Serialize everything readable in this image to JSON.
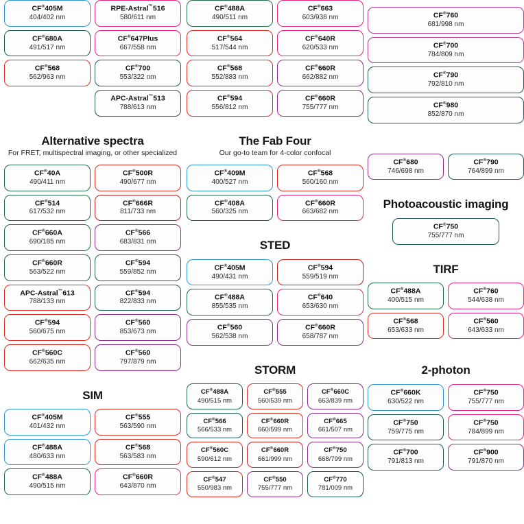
{
  "palette": {
    "blue": "#2b95d6",
    "green": "#1f6b42",
    "red": "#e02b20",
    "pink": "#e6237d",
    "purple": "#8e2c8e",
    "teal": "#1d5a55",
    "magenta": "#b8338f",
    "darkred": "#c01f1f"
  },
  "sections": {
    "top_left": {
      "title": "",
      "subtitle": "",
      "cards": [
        {
          "name": "CF",
          "reg": "®",
          "suffix": "405M",
          "value": "404/402 nm",
          "color": "blue"
        },
        {
          "name": "RPE-Astral",
          "reg": "™",
          "suffix": "516",
          "value": "580/611 nm",
          "color": "pink"
        },
        {
          "name": "CF",
          "reg": "®",
          "suffix": "680A",
          "value": "491/517 nm",
          "color": "teal"
        },
        {
          "name": "CF",
          "reg": "®",
          "suffix": "647Plus",
          "value": "667/558 nm",
          "color": "pink"
        },
        {
          "name": "CF",
          "reg": "®",
          "suffix": "568",
          "value": "562/963 nm",
          "color": "red"
        },
        {
          "name": "CF",
          "reg": "®",
          "suffix": "700",
          "value": "553/322 nm",
          "color": "teal"
        },
        {
          "name": "",
          "reg": "",
          "suffix": "",
          "value": "",
          "color": "none"
        },
        {
          "name": "APC-Astral",
          "reg": "™",
          "suffix": "513",
          "value": "788/613 nm",
          "color": "teal"
        }
      ]
    },
    "top_mid": {
      "cards": [
        {
          "name": "CF",
          "reg": "®",
          "suffix": "488A",
          "value": "490/511 nm",
          "color": "green"
        },
        {
          "name": "CF",
          "reg": "®",
          "suffix": "663",
          "value": "603/938 nm",
          "color": "pink"
        },
        {
          "name": "CF",
          "reg": "®",
          "suffix": "564",
          "value": "517/544 nm",
          "color": "red"
        },
        {
          "name": "CF",
          "reg": "®",
          "suffix": "640R",
          "value": "620/533 nm",
          "color": "pink"
        },
        {
          "name": "CF",
          "reg": "®",
          "suffix": "568",
          "value": "552/883 nm",
          "color": "red"
        },
        {
          "name": "CF",
          "reg": "®",
          "suffix": "660R",
          "value": "662/882 nm",
          "color": "purple"
        },
        {
          "name": "CF",
          "reg": "®",
          "suffix": "594",
          "value": "556/812 nm",
          "color": "red"
        },
        {
          "name": "CF",
          "reg": "®",
          "suffix": "660R",
          "value": "755/777 nm",
          "color": "purple"
        }
      ]
    },
    "top_right": {
      "cards": [
        {
          "name": "CF",
          "reg": "®",
          "suffix": "760",
          "value": "681/998 nm",
          "color": "magenta"
        },
        {
          "name": "CF",
          "reg": "®",
          "suffix": "700",
          "value": "784/809 nm",
          "color": "magenta"
        },
        {
          "name": "CF",
          "reg": "®",
          "suffix": "790",
          "value": "792/810 nm",
          "color": "teal"
        },
        {
          "name": "CF",
          "reg": "®",
          "suffix": "980",
          "value": "852/870 nm",
          "color": "teal"
        }
      ]
    },
    "alternative_spectra": {
      "title": "Alternative spectra",
      "subtitle": "For FRET, multispectral imaging, or other specialized",
      "cards": [
        {
          "name": "CF",
          "reg": "®",
          "suffix": "40A",
          "value": "490/411 nm",
          "color": "green"
        },
        {
          "name": "CF",
          "reg": "®",
          "suffix": "500R",
          "value": "490/677 nm",
          "color": "red"
        },
        {
          "name": "CF",
          "reg": "®",
          "suffix": "514",
          "value": "617/532 nm",
          "color": "green"
        },
        {
          "name": "CF",
          "reg": "®",
          "suffix": "666R",
          "value": "811/733 nm",
          "color": "darkred"
        },
        {
          "name": "CF",
          "reg": "®",
          "suffix": "660A",
          "value": "690/185 nm",
          "color": "green"
        },
        {
          "name": "CF",
          "reg": "®",
          "suffix": "566",
          "value": "683/831 nm",
          "color": "purple"
        },
        {
          "name": "CF",
          "reg": "®",
          "suffix": "660R",
          "value": "563/522 nm",
          "color": "green"
        },
        {
          "name": "CF",
          "reg": "®",
          "suffix": "594",
          "value": "559/852 nm",
          "color": "teal"
        },
        {
          "name": "APC-Astral",
          "reg": "™",
          "suffix": "613",
          "value": "788/133 nm",
          "color": "red"
        },
        {
          "name": "CF",
          "reg": "®",
          "suffix": "594",
          "value": "822/833 nm",
          "color": "teal"
        },
        {
          "name": "CF",
          "reg": "®",
          "suffix": "594",
          "value": "560/675 nm",
          "color": "red"
        },
        {
          "name": "CF",
          "reg": "®",
          "suffix": "560",
          "value": "853/673 nm",
          "color": "purple"
        },
        {
          "name": "CF",
          "reg": "®",
          "suffix": "560C",
          "value": "662/635 nm",
          "color": "red"
        },
        {
          "name": "CF",
          "reg": "®",
          "suffix": "560",
          "value": "797/879 nm",
          "color": "purple"
        }
      ]
    },
    "sim": {
      "title": "SIM",
      "cards": [
        {
          "name": "CF",
          "reg": "®",
          "suffix": "405M",
          "value": "401/432 nm",
          "color": "blue"
        },
        {
          "name": "CF",
          "reg": "®",
          "suffix": "555",
          "value": "563/590 nm",
          "color": "red"
        },
        {
          "name": "CF",
          "reg": "®",
          "suffix": "488A",
          "value": "480/633 nm",
          "color": "blue"
        },
        {
          "name": "CF",
          "reg": "®",
          "suffix": "568",
          "value": "563/583 nm",
          "color": "red"
        },
        {
          "name": "CF",
          "reg": "®",
          "suffix": "488A",
          "value": "490/515 nm",
          "color": "green"
        },
        {
          "name": "CF",
          "reg": "®",
          "suffix": "660R",
          "value": "643/870 nm",
          "color": "pink"
        }
      ]
    },
    "fab_four": {
      "title": "The Fab Four",
      "subtitle": "Our go-to team for 4-color confocal",
      "cards": [
        {
          "name": "CF",
          "reg": "®",
          "suffix": "409M",
          "value": "400/527 nm",
          "color": "blue"
        },
        {
          "name": "CF",
          "reg": "®",
          "suffix": "568",
          "value": "560/160 nm",
          "color": "red"
        },
        {
          "name": "CF",
          "reg": "®",
          "suffix": "408A",
          "value": "560/325 nm",
          "color": "green"
        },
        {
          "name": "CF",
          "reg": "®",
          "suffix": "660R",
          "value": "663/682 nm",
          "color": "pink"
        }
      ]
    },
    "sted": {
      "title": "STED",
      "cards": [
        {
          "name": "CF",
          "reg": "®",
          "suffix": "405M",
          "value": "490/431 nm",
          "color": "blue"
        },
        {
          "name": "CF",
          "reg": "®",
          "suffix": "594",
          "value": "559/519 nm",
          "color": "darkred"
        },
        {
          "name": "CF",
          "reg": "®",
          "suffix": "488A",
          "value": "855/535 nm",
          "color": "green"
        },
        {
          "name": "CF",
          "reg": "®",
          "suffix": "640",
          "value": "653/630 nm",
          "color": "pink"
        },
        {
          "name": "CF",
          "reg": "®",
          "suffix": "560",
          "value": "562/538 nm",
          "color": "purple"
        },
        {
          "name": "CF",
          "reg": "®",
          "suffix": "660R",
          "value": "658/787 nm",
          "color": "purple"
        }
      ]
    },
    "storm": {
      "title": "STORM",
      "cards": [
        {
          "name": "CF",
          "reg": "®",
          "suffix": "488A",
          "value": "490/515 nm",
          "color": "green"
        },
        {
          "name": "CF",
          "reg": "®",
          "suffix": "555",
          "value": "560/539 nm",
          "color": "red"
        },
        {
          "name": "CF",
          "reg": "®",
          "suffix": "660C",
          "value": "663/839 nm",
          "color": "purple"
        },
        {
          "name": "CF",
          "reg": "®",
          "suffix": "566",
          "value": "566/533 nm",
          "color": "teal"
        },
        {
          "name": "CF",
          "reg": "®",
          "suffix": "660R",
          "value": "660/599 nm",
          "color": "red"
        },
        {
          "name": "CF",
          "reg": "®",
          "suffix": "665",
          "value": "661/507 nm",
          "color": "purple"
        },
        {
          "name": "CF",
          "reg": "®",
          "suffix": "560C",
          "value": "590/612 nm",
          "color": "red"
        },
        {
          "name": "CF",
          "reg": "®",
          "suffix": "660R",
          "value": "661/999 nm",
          "color": "darkred"
        },
        {
          "name": "CF",
          "reg": "®",
          "suffix": "750",
          "value": "668/799 nm",
          "color": "purple"
        },
        {
          "name": "CF",
          "reg": "®",
          "suffix": "547",
          "value": "550/983 nm",
          "color": "red"
        },
        {
          "name": "CF",
          "reg": "®",
          "suffix": "550",
          "value": "755/777 nm",
          "color": "purple"
        },
        {
          "name": "CF",
          "reg": "®",
          "suffix": "770",
          "value": "781/009 nm",
          "color": "teal"
        }
      ]
    },
    "mid_right_pair": {
      "cards": [
        {
          "name": "CF",
          "reg": "®",
          "suffix": "680",
          "value": "746/698 nm",
          "color": "purple"
        },
        {
          "name": "CF",
          "reg": "®",
          "suffix": "790",
          "value": "764/899 nm",
          "color": "teal"
        }
      ]
    },
    "photoacoustic": {
      "title": "Photoacoustic imaging",
      "cards": [
        {
          "name": "CF",
          "reg": "®",
          "suffix": "750",
          "value": "755/777 nm",
          "color": "teal"
        }
      ]
    },
    "tirf": {
      "title": "TIRF",
      "cards": [
        {
          "name": "CF",
          "reg": "®",
          "suffix": "488A",
          "value": "400/515 nm",
          "color": "green"
        },
        {
          "name": "CF",
          "reg": "®",
          "suffix": "760",
          "value": "544/638 nm",
          "color": "pink"
        },
        {
          "name": "CF",
          "reg": "®",
          "suffix": "568",
          "value": "653/633 nm",
          "color": "red"
        },
        {
          "name": "CF",
          "reg": "®",
          "suffix": "560",
          "value": "643/633 nm",
          "color": "pink"
        }
      ]
    },
    "two_photon": {
      "title": "2-photon",
      "cards": [
        {
          "name": "CF",
          "reg": "®",
          "suffix": "660K",
          "value": "630/522 nm",
          "color": "blue"
        },
        {
          "name": "CF",
          "reg": "®",
          "suffix": "750",
          "value": "755/777 nm",
          "color": "pink"
        },
        {
          "name": "CF",
          "reg": "®",
          "suffix": "750",
          "value": "759/775 nm",
          "color": "teal"
        },
        {
          "name": "CF",
          "reg": "®",
          "suffix": "750",
          "value": "784/899 nm",
          "color": "pink"
        },
        {
          "name": "CF",
          "reg": "®",
          "suffix": "700",
          "value": "791/813 nm",
          "color": "teal"
        },
        {
          "name": "CF",
          "reg": "®",
          "suffix": "900",
          "value": "791/870 nm",
          "color": "purple"
        }
      ]
    }
  }
}
